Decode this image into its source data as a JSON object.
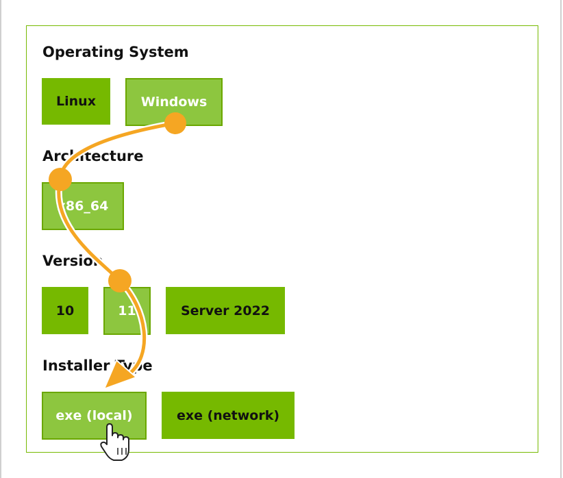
{
  "colors": {
    "accent": "#76b900",
    "selected": "#8dc63f",
    "arrow": "#f5a623"
  },
  "sections": {
    "os": {
      "heading": "Operating System",
      "options": [
        "Linux",
        "Windows"
      ],
      "selected": "Windows"
    },
    "arch": {
      "heading": "Architecture",
      "options": [
        "x86_64"
      ],
      "selected": "x86_64"
    },
    "version": {
      "heading": "Version",
      "options": [
        "10",
        "11",
        "Server 2022"
      ],
      "selected": "11"
    },
    "installer": {
      "heading": "Installer Type",
      "options": [
        "exe (local)",
        "exe (network)"
      ],
      "selected": "exe (local)"
    }
  },
  "overlay": {
    "path_color": "#f5a623",
    "icons": [
      "pointer-hand-icon",
      "arrowhead-icon"
    ]
  }
}
